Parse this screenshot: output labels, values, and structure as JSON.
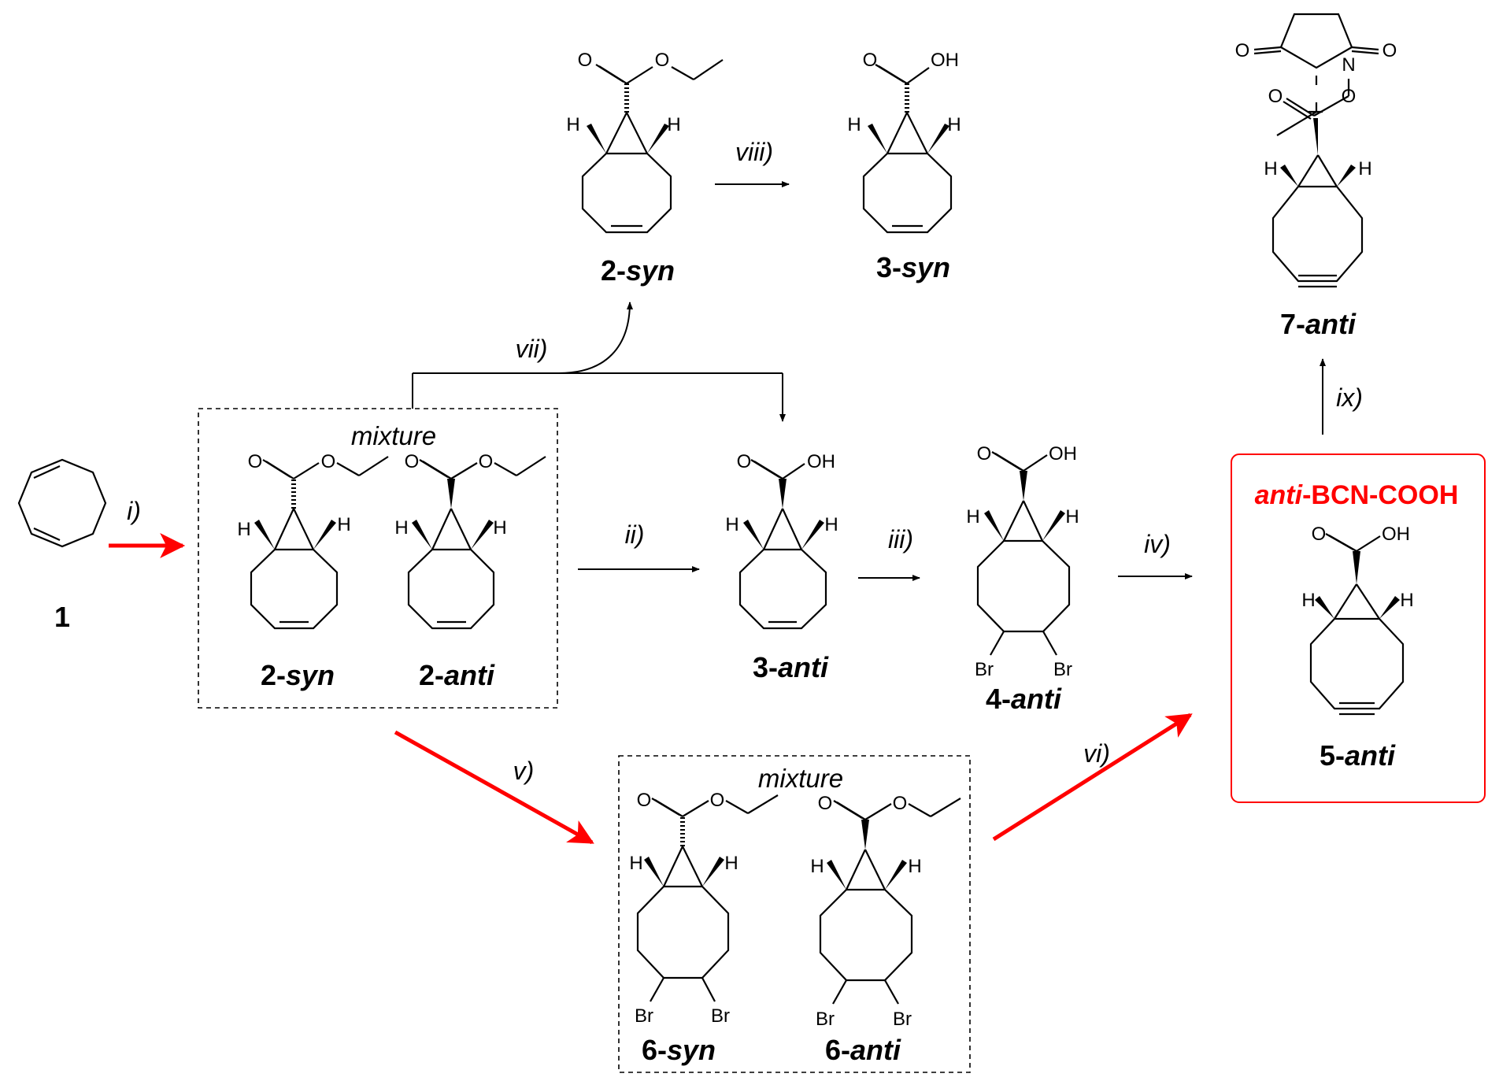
{
  "colors": {
    "ink": "#000000",
    "highlight": "#ff0000",
    "background": "#ffffff"
  },
  "labels": {
    "cmpd_1": "1",
    "c2syn_top_num": "2-",
    "c2syn_top_it": "syn",
    "c3syn_num": "3-",
    "c3syn_it": "syn",
    "c7anti_num": "7-",
    "c7anti_it": "anti",
    "mix1_2syn_num": "2-",
    "mix1_2syn_it": "syn",
    "mix1_2anti_num": "2-",
    "mix1_2anti_it": "anti",
    "c3anti_num": "3-",
    "c3anti_it": "anti",
    "c4anti_num": "4-",
    "c4anti_it": "anti",
    "c5anti_num": "5-",
    "c5anti_it": "anti",
    "mix2_6syn_num": "6-",
    "mix2_6syn_it": "syn",
    "mix2_6anti_num": "6-",
    "mix2_6anti_it": "anti"
  },
  "mixture_label": "mixture",
  "highlight_title": {
    "italic": "anti",
    "rest": "-BCN-COOH"
  },
  "steps": {
    "i": "i)",
    "ii": "ii)",
    "iii": "iii)",
    "iv": "iv)",
    "v": "v)",
    "vi": "vi)",
    "vii": "vii)",
    "viii": "viii)",
    "ix": "ix)"
  },
  "atoms": {
    "O": "O",
    "OH": "OH",
    "H": "H",
    "N": "N",
    "Br": "Br"
  }
}
